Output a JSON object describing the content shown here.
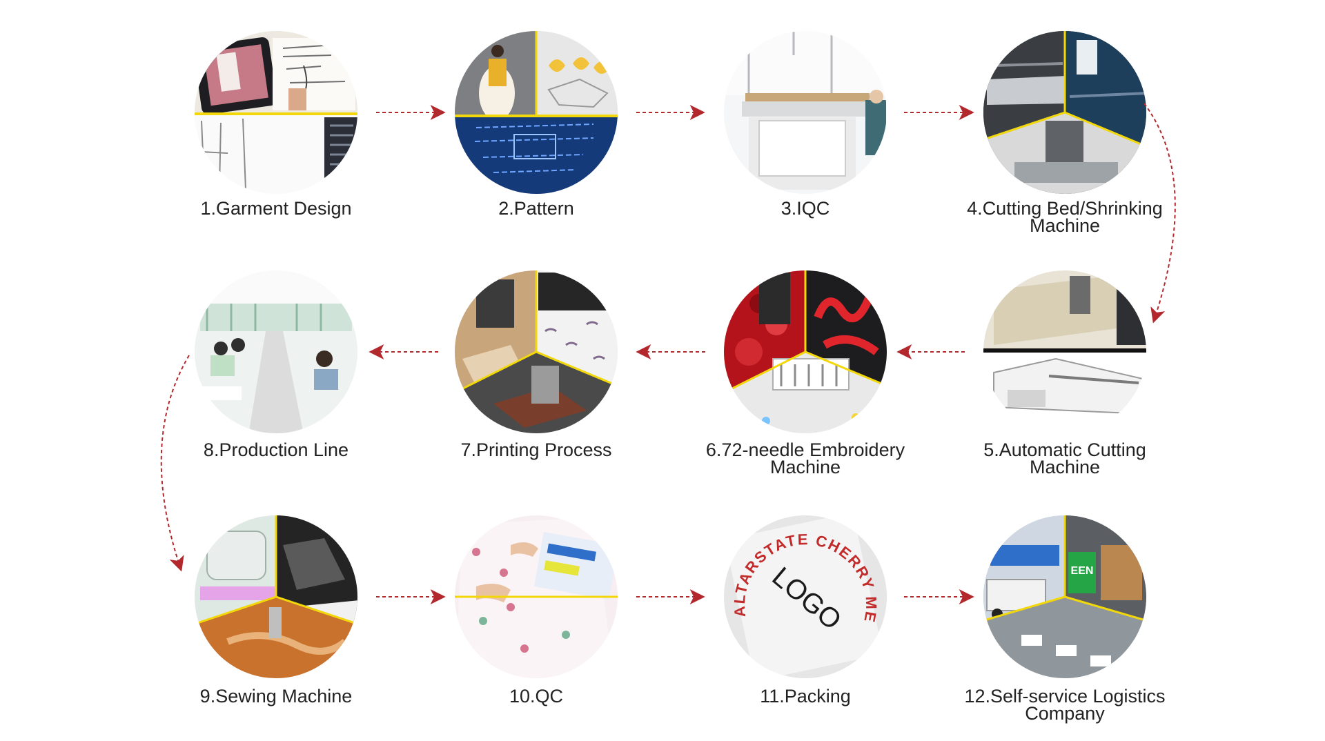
{
  "steps": [
    {
      "lines": [
        "1.Garment Design"
      ]
    },
    {
      "lines": [
        "2.Pattern"
      ]
    },
    {
      "lines": [
        "3.IQC"
      ]
    },
    {
      "lines": [
        "4.Cutting Bed/Shrinking",
        "Machine"
      ]
    },
    {
      "lines": [
        "5.Automatic Cutting",
        "Machine"
      ]
    },
    {
      "lines": [
        "6.72-needle Embroidery",
        "Machine"
      ]
    },
    {
      "lines": [
        "7.Printing Process"
      ]
    },
    {
      "lines": [
        "8.Production Line"
      ]
    },
    {
      "lines": [
        "9.Sewing Machine"
      ]
    },
    {
      "lines": [
        "10.QC"
      ]
    },
    {
      "lines": [
        "11.Packing"
      ]
    },
    {
      "lines": [
        "12.Self-service Logistics",
        "Company"
      ]
    }
  ],
  "circle_images": {
    "packing": {
      "ring_text": "ALTARSTATE CHERRY MELLOW Fashion Nova LULUS",
      "center_text": "LOGO"
    },
    "logistics": {
      "sign_text": "EEN"
    }
  },
  "colors": {
    "arrow": "#b3282d",
    "divider": "#f2d80a",
    "label": "#222222"
  }
}
